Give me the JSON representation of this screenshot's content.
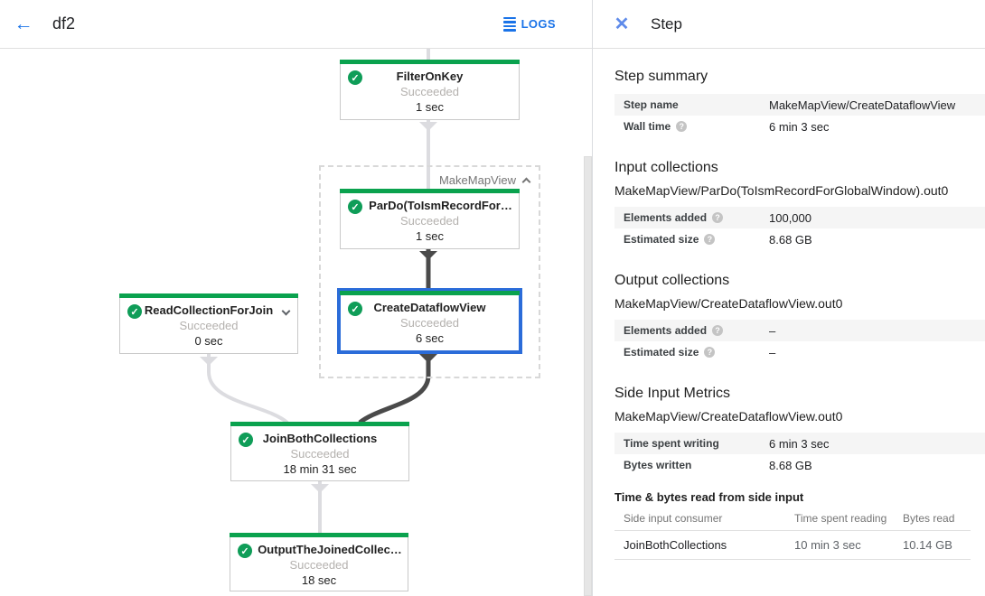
{
  "app_bar": {
    "title": "df2",
    "logs_button": "LOGS"
  },
  "graph": {
    "group_label": "MakeMapView",
    "nodes": [
      {
        "title": "FilterOnKey",
        "status": "Succeeded",
        "time": "1 sec"
      },
      {
        "title": "ParDo(ToIsmRecordFor…",
        "status": "Succeeded",
        "time": "1 sec"
      },
      {
        "title": "CreateDataflowView",
        "status": "Succeeded",
        "time": "6 sec",
        "selected": true
      },
      {
        "title": "ReadCollectionForJoin",
        "status": "Succeeded",
        "time": "0 sec"
      },
      {
        "title": "JoinBothCollections",
        "status": "Succeeded",
        "time": "18 min 31 sec"
      },
      {
        "title": "OutputTheJoinedCollec…",
        "status": "Succeeded",
        "time": "18 sec"
      }
    ],
    "colors": {
      "succeeded_green": "#0aa24e",
      "check_green": "#0f9d58",
      "selected_blue": "#2b6cd9",
      "edge_light": "#dcdce0",
      "edge_dark": "#4a4a4a"
    }
  },
  "panel": {
    "title": "Step",
    "step_summary": {
      "heading": "Step summary",
      "rows": [
        {
          "label": "Step name",
          "value": "MakeMapView/CreateDataflowView"
        },
        {
          "label": "Wall time",
          "value": "6 min 3 sec"
        }
      ]
    },
    "input_collections": {
      "heading": "Input collections",
      "collection": "MakeMapView/ParDo(ToIsmRecordForGlobalWindow).out0",
      "rows": [
        {
          "label": "Elements added",
          "value": "100,000"
        },
        {
          "label": "Estimated size",
          "value": "8.68 GB"
        }
      ]
    },
    "output_collections": {
      "heading": "Output collections",
      "collection": "MakeMapView/CreateDataflowView.out0",
      "rows": [
        {
          "label": "Elements added",
          "value": "–"
        },
        {
          "label": "Estimated size",
          "value": "–"
        }
      ]
    },
    "side_input_metrics": {
      "heading": "Side Input Metrics",
      "collection": "MakeMapView/CreateDataflowView.out0",
      "rows": [
        {
          "label": "Time spent writing",
          "value": "6 min 3 sec"
        },
        {
          "label": "Bytes written",
          "value": "8.68 GB"
        }
      ]
    },
    "side_input_table": {
      "heading": "Time & bytes read from side input",
      "columns": [
        "Side input consumer",
        "Time spent reading",
        "Bytes read"
      ],
      "rows": [
        [
          "JoinBothCollections",
          "10 min 3 sec",
          "10.14 GB"
        ]
      ]
    }
  }
}
